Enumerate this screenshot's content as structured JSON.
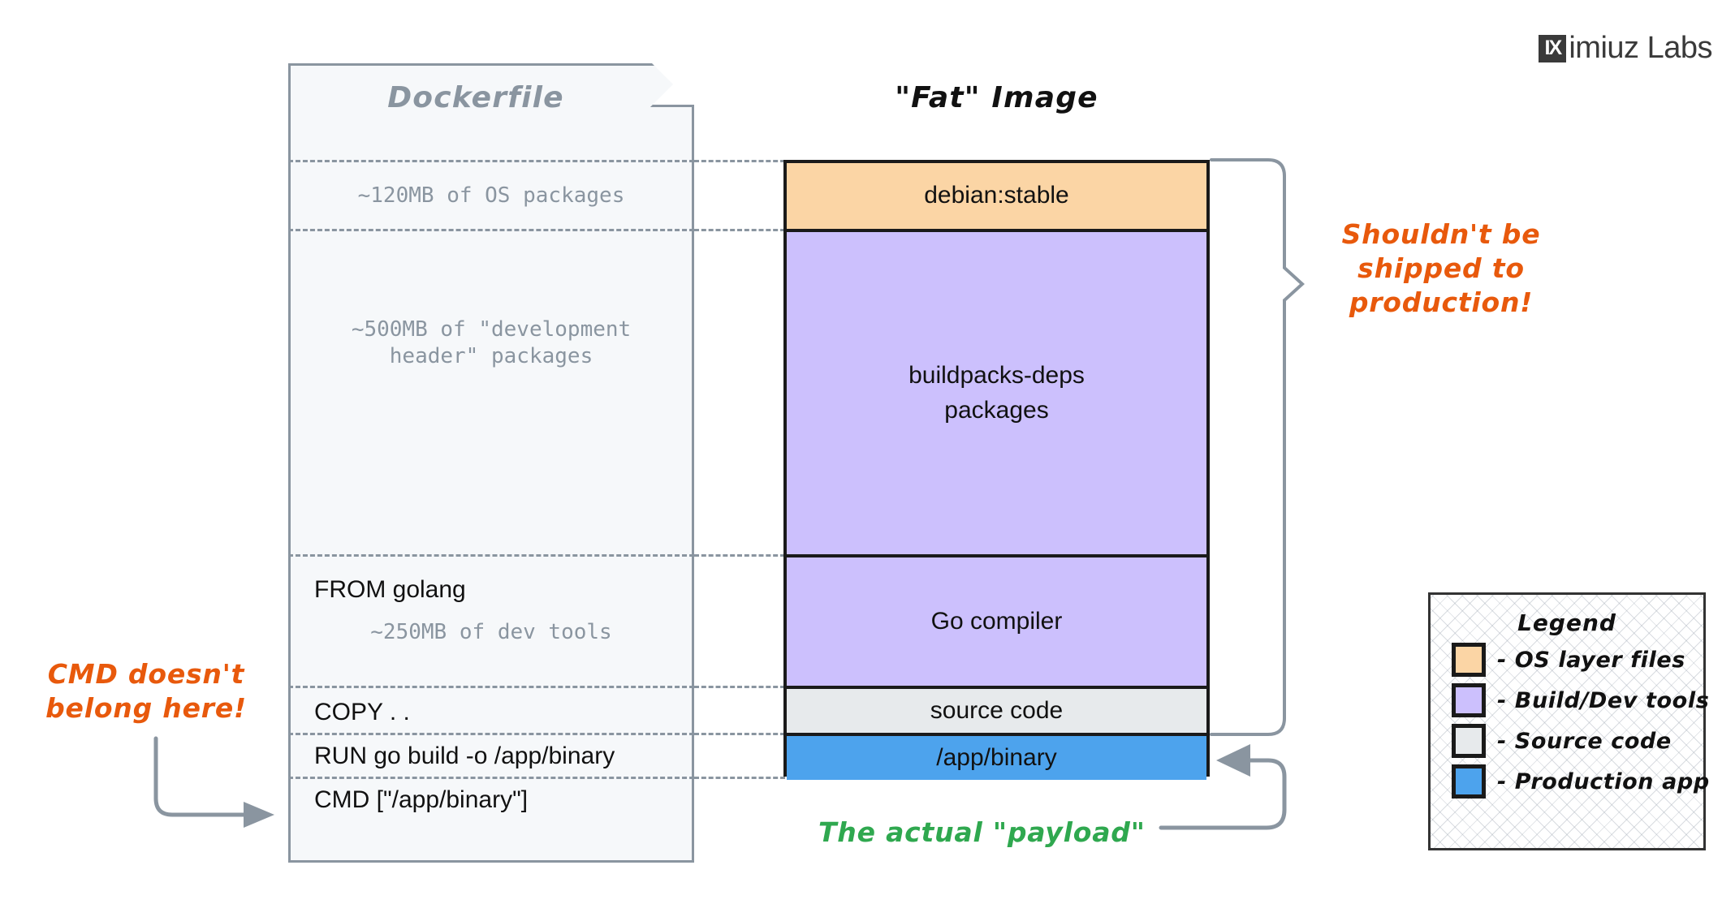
{
  "brand": {
    "logo": "IX",
    "name": "imiuz Labs"
  },
  "titles": {
    "dockerfile": "Dockerfile",
    "fat_image": "\"Fat\" Image"
  },
  "dockerfile": {
    "lines": [
      {
        "kind": "note",
        "text": "~120MB of OS packages"
      },
      {
        "kind": "note",
        "text": "~500MB of \"development\nheader\" packages"
      },
      {
        "kind": "instruction",
        "text": "FROM golang"
      },
      {
        "kind": "note",
        "text": "~250MB of dev tools"
      },
      {
        "kind": "instruction",
        "text": "COPY . ."
      },
      {
        "kind": "instruction",
        "text": "RUN go build -o /app/binary"
      },
      {
        "kind": "instruction",
        "text": "CMD [\"/app/binary\"]"
      }
    ]
  },
  "image_stack": {
    "layers": [
      {
        "label": "debian:stable",
        "color": "#fbd5a5",
        "category": "os"
      },
      {
        "label": "buildpacks-deps\npackages",
        "color": "#ccc0fd",
        "category": "build"
      },
      {
        "label": "Go compiler",
        "color": "#ccc0fd",
        "category": "build"
      },
      {
        "label": "source code",
        "color": "#e7eaec",
        "category": "source"
      },
      {
        "label": "/app/binary",
        "color": "#4da3ed",
        "category": "app"
      }
    ]
  },
  "annotations": {
    "production_warning": "Shouldn't be\nshipped to\nproduction!",
    "cmd_warning": "CMD doesn't\nbelong here!",
    "payload_note": "The actual \"payload\""
  },
  "legend": {
    "title": "Legend",
    "items": [
      {
        "label": "- OS layer files",
        "color": "#fbd5a5"
      },
      {
        "label": "- Build/Dev tools",
        "color": "#ccc0fd"
      },
      {
        "label": "- Source code",
        "color": "#e7eaec"
      },
      {
        "label": "- Production app",
        "color": "#4da3ed"
      }
    ]
  },
  "colors": {
    "os_layer": "#fbd5a5",
    "build_tools": "#ccc0fd",
    "source_code": "#e7eaec",
    "production_app": "#4da3ed",
    "warning": "#e8590c",
    "success": "#2fa84f",
    "outline": "#1a1a1a",
    "muted": "#8a95a0"
  }
}
